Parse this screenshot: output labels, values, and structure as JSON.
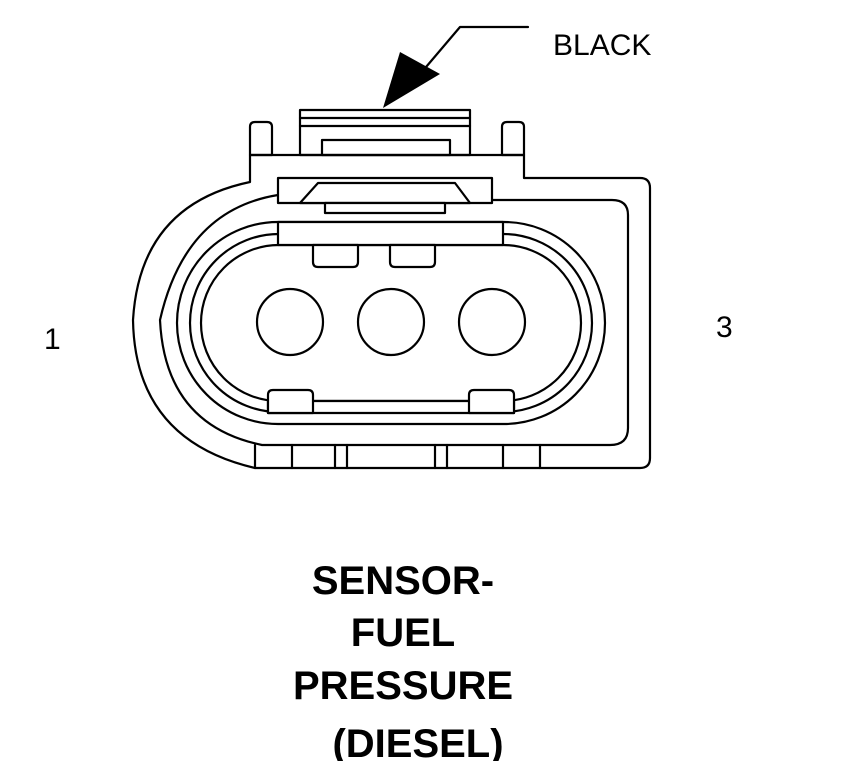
{
  "connector": {
    "color_label": "BLACK",
    "pin_left": "1",
    "pin_right": "3",
    "pin_count": 3
  },
  "title": {
    "line1": "SENSOR-",
    "line2": "FUEL",
    "line3": "PRESSURE",
    "line4": "(DIESEL)"
  },
  "colors": {
    "line": "#000000",
    "background": "#ffffff"
  }
}
